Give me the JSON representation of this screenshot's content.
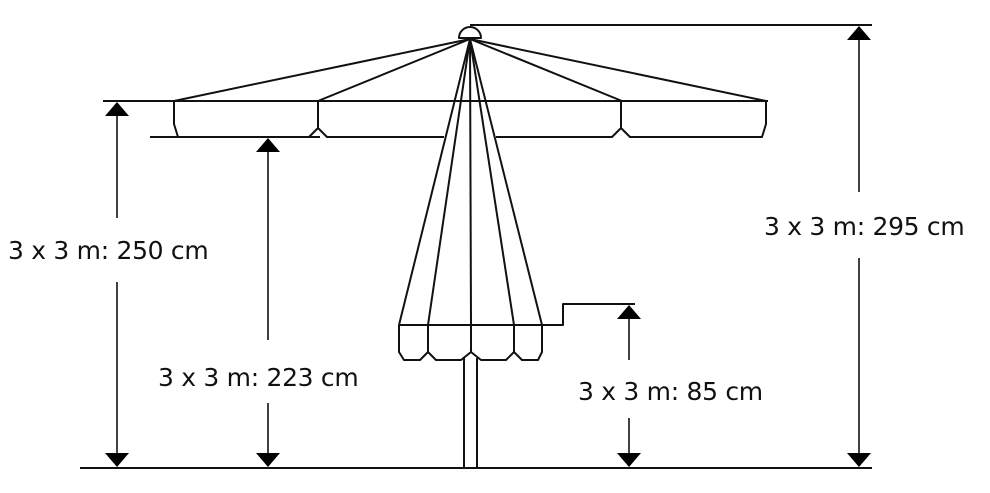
{
  "diagram": {
    "subject": "Parasol dimensions (open and closed)",
    "colors": {
      "line": "#111111",
      "background": "#ffffff"
    },
    "labels": {
      "canopy_edge_height": "3 x 3 m: 250 cm",
      "clearance_height": "3 x 3 m: 223 cm",
      "total_height": "3 x 3 m: 295 cm",
      "closed_canopy_height": "3 x 3 m: 85 cm"
    }
  }
}
